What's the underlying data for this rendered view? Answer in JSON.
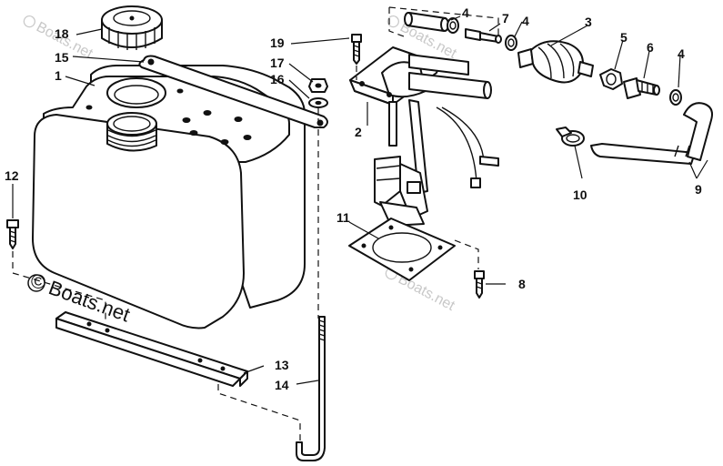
{
  "diagram": {
    "watermark": {
      "text": "Boats.net",
      "symbol": "©",
      "main_text": "Boats.net"
    },
    "callouts": [
      {
        "id": "c1",
        "text": "1"
      },
      {
        "id": "c2",
        "text": "2"
      },
      {
        "id": "c3",
        "text": "3"
      },
      {
        "id": "c4a",
        "text": "4"
      },
      {
        "id": "c4b",
        "text": "4"
      },
      {
        "id": "c4c",
        "text": "4"
      },
      {
        "id": "c5",
        "text": "5"
      },
      {
        "id": "c6",
        "text": "6"
      },
      {
        "id": "c7",
        "text": "7"
      },
      {
        "id": "c8",
        "text": "8"
      },
      {
        "id": "c9",
        "text": "9"
      },
      {
        "id": "c10",
        "text": "10"
      },
      {
        "id": "c11",
        "text": "11"
      },
      {
        "id": "c12",
        "text": "12"
      },
      {
        "id": "c13",
        "text": "13"
      },
      {
        "id": "c14",
        "text": "14"
      },
      {
        "id": "c15",
        "text": "15"
      },
      {
        "id": "c16",
        "text": "16"
      },
      {
        "id": "c17",
        "text": "17"
      },
      {
        "id": "c18",
        "text": "18"
      },
      {
        "id": "c19",
        "text": "19"
      }
    ]
  }
}
